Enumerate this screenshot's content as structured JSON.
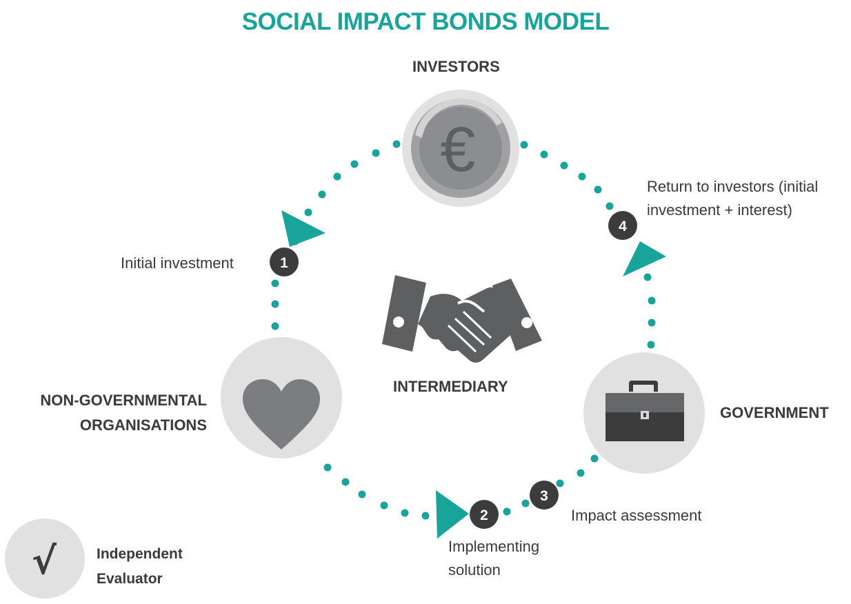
{
  "title": "SOCIAL IMPACT BONDS MODEL",
  "colors": {
    "accent": "#18a39b",
    "circle_bg": "#e1e1e1",
    "icon_dark": "#5e5f61",
    "icon_mid": "#7c7d80",
    "badge": "#3c3c3c",
    "text": "#3a3a3a"
  },
  "nodes": {
    "investors": {
      "label": "INVESTORS",
      "icon": "euro-coin-icon",
      "glyph": "€"
    },
    "ngo": {
      "label_line1": "NON-GOVERNMENTAL",
      "label_line2": "ORGANISATIONS",
      "icon": "heart-icon"
    },
    "government": {
      "label": "GOVERNMENT",
      "icon": "briefcase-icon"
    },
    "intermediary": {
      "label": "INTERMEDIARY",
      "icon": "handshake-icon"
    },
    "evaluator": {
      "label_line1": "Independent",
      "label_line2": "Evaluator",
      "icon": "checkmark-icon",
      "glyph": "√"
    }
  },
  "steps": [
    {
      "number": "1",
      "label": "Initial investment"
    },
    {
      "number": "2",
      "label_line1": "Implementing",
      "label_line2": "solution"
    },
    {
      "number": "3",
      "label": "Impact assessment"
    },
    {
      "number": "4",
      "label_line1": "Return to investors (initial",
      "label_line2": "investment + interest)"
    }
  ]
}
